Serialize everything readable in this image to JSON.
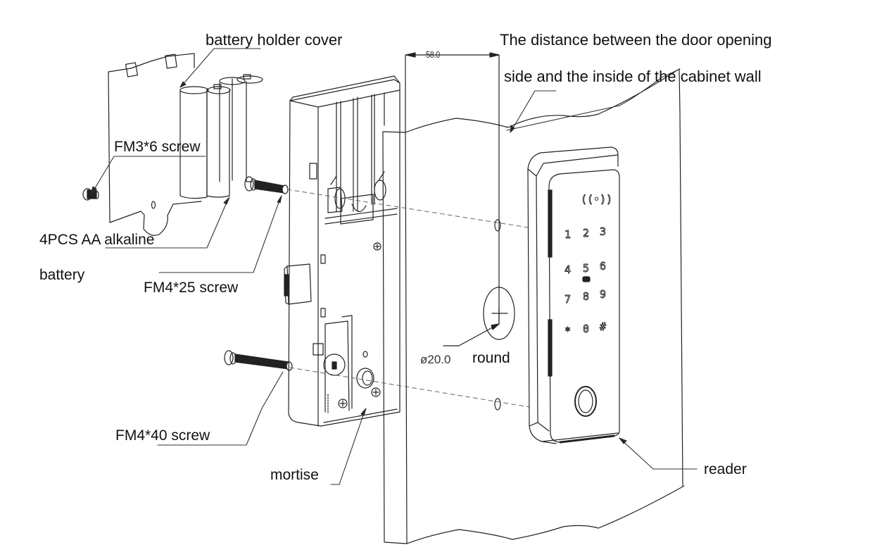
{
  "figure": {
    "type": "exploded installation diagram",
    "subject": "cabinet keypad / fingerprint lock"
  },
  "labels": {
    "battery_cover": "battery holder cover",
    "distance_line1": "The distance between the door opening",
    "distance_line2": "side and the inside of the cabinet wall",
    "fm3_screw": "FM3*6 screw",
    "battery_line1": "4PCS AA alkaline",
    "battery_line2": "battery",
    "fm4_25_screw": "FM4*25 screw",
    "fm4_40_screw": "FM4*40 screw",
    "mortise": "mortise",
    "reader": "reader",
    "round": "round"
  },
  "dimensions": {
    "distance": "58.0",
    "hole_diameter": "ø20.0"
  },
  "keypad": {
    "keys": [
      "1",
      "2",
      "3",
      "4",
      "5",
      "6",
      "7",
      "8",
      "9",
      "*",
      "0",
      "#"
    ],
    "nfc_icon": "((•))"
  }
}
